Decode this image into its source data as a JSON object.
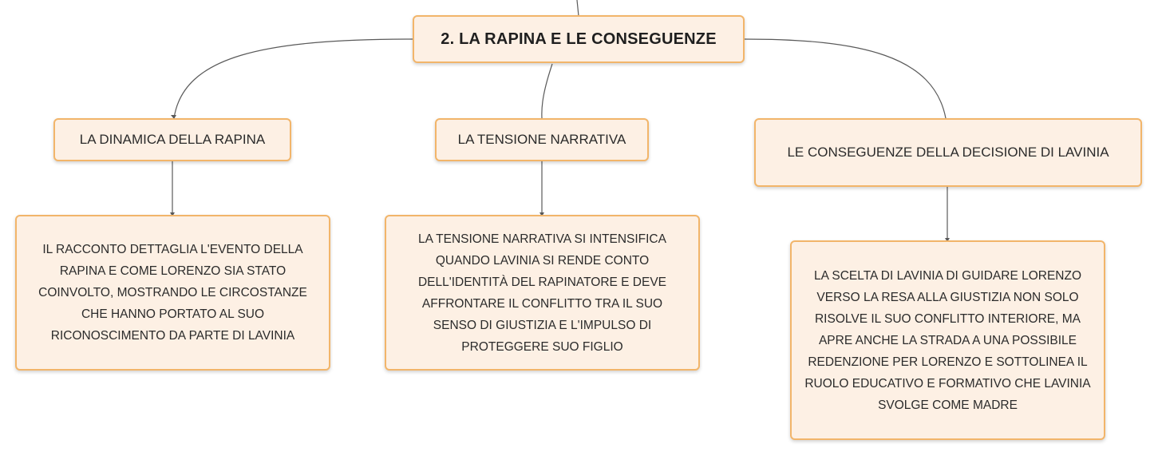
{
  "map": {
    "root": {
      "label": "2. LA RAPINA E LE CONSEGUENZE"
    },
    "topics": [
      {
        "label": "LA DINAMICA DELLA RAPINA",
        "detail": "IL RACCONTO DETTAGLIA L'EVENTO DELLA RAPINA E COME LORENZO SIA STATO COINVOLTO, MOSTRANDO LE CIRCOSTANZE CHE HANNO PORTATO AL SUO RICONOSCIMENTO DA PARTE DI LAVINIA"
      },
      {
        "label": "LA TENSIONE NARRATIVA",
        "detail": "LA TENSIONE NARRATIVA SI INTENSIFICA QUANDO LAVINIA SI RENDE CONTO DELL'IDENTITÀ DEL RAPINATORE E DEVE AFFRONTARE IL CONFLITTO TRA IL SUO SENSO DI GIUSTIZIA E L'IMPULSO DI PROTEGGERE SUO FIGLIO"
      },
      {
        "label": "LE CONSEGUENZE DELLA DECISIONE DI LAVINIA",
        "detail": "LA SCELTA DI LAVINIA DI GUIDARE LORENZO VERSO LA RESA ALLA GIUSTIZIA NON SOLO RISOLVE IL SUO CONFLITTO INTERIORE, MA APRE ANCHE LA STRADA A UNA POSSIBILE REDENZIONE PER LORENZO E SOTTOLINEA IL RUOLO EDUCATIVO E FORMATIVO CHE LAVINIA SVOLGE COME MADRE"
      }
    ]
  },
  "colors": {
    "node_fill": "#fdf0e4",
    "node_border": "#f2b56a",
    "connector": "#555555"
  }
}
